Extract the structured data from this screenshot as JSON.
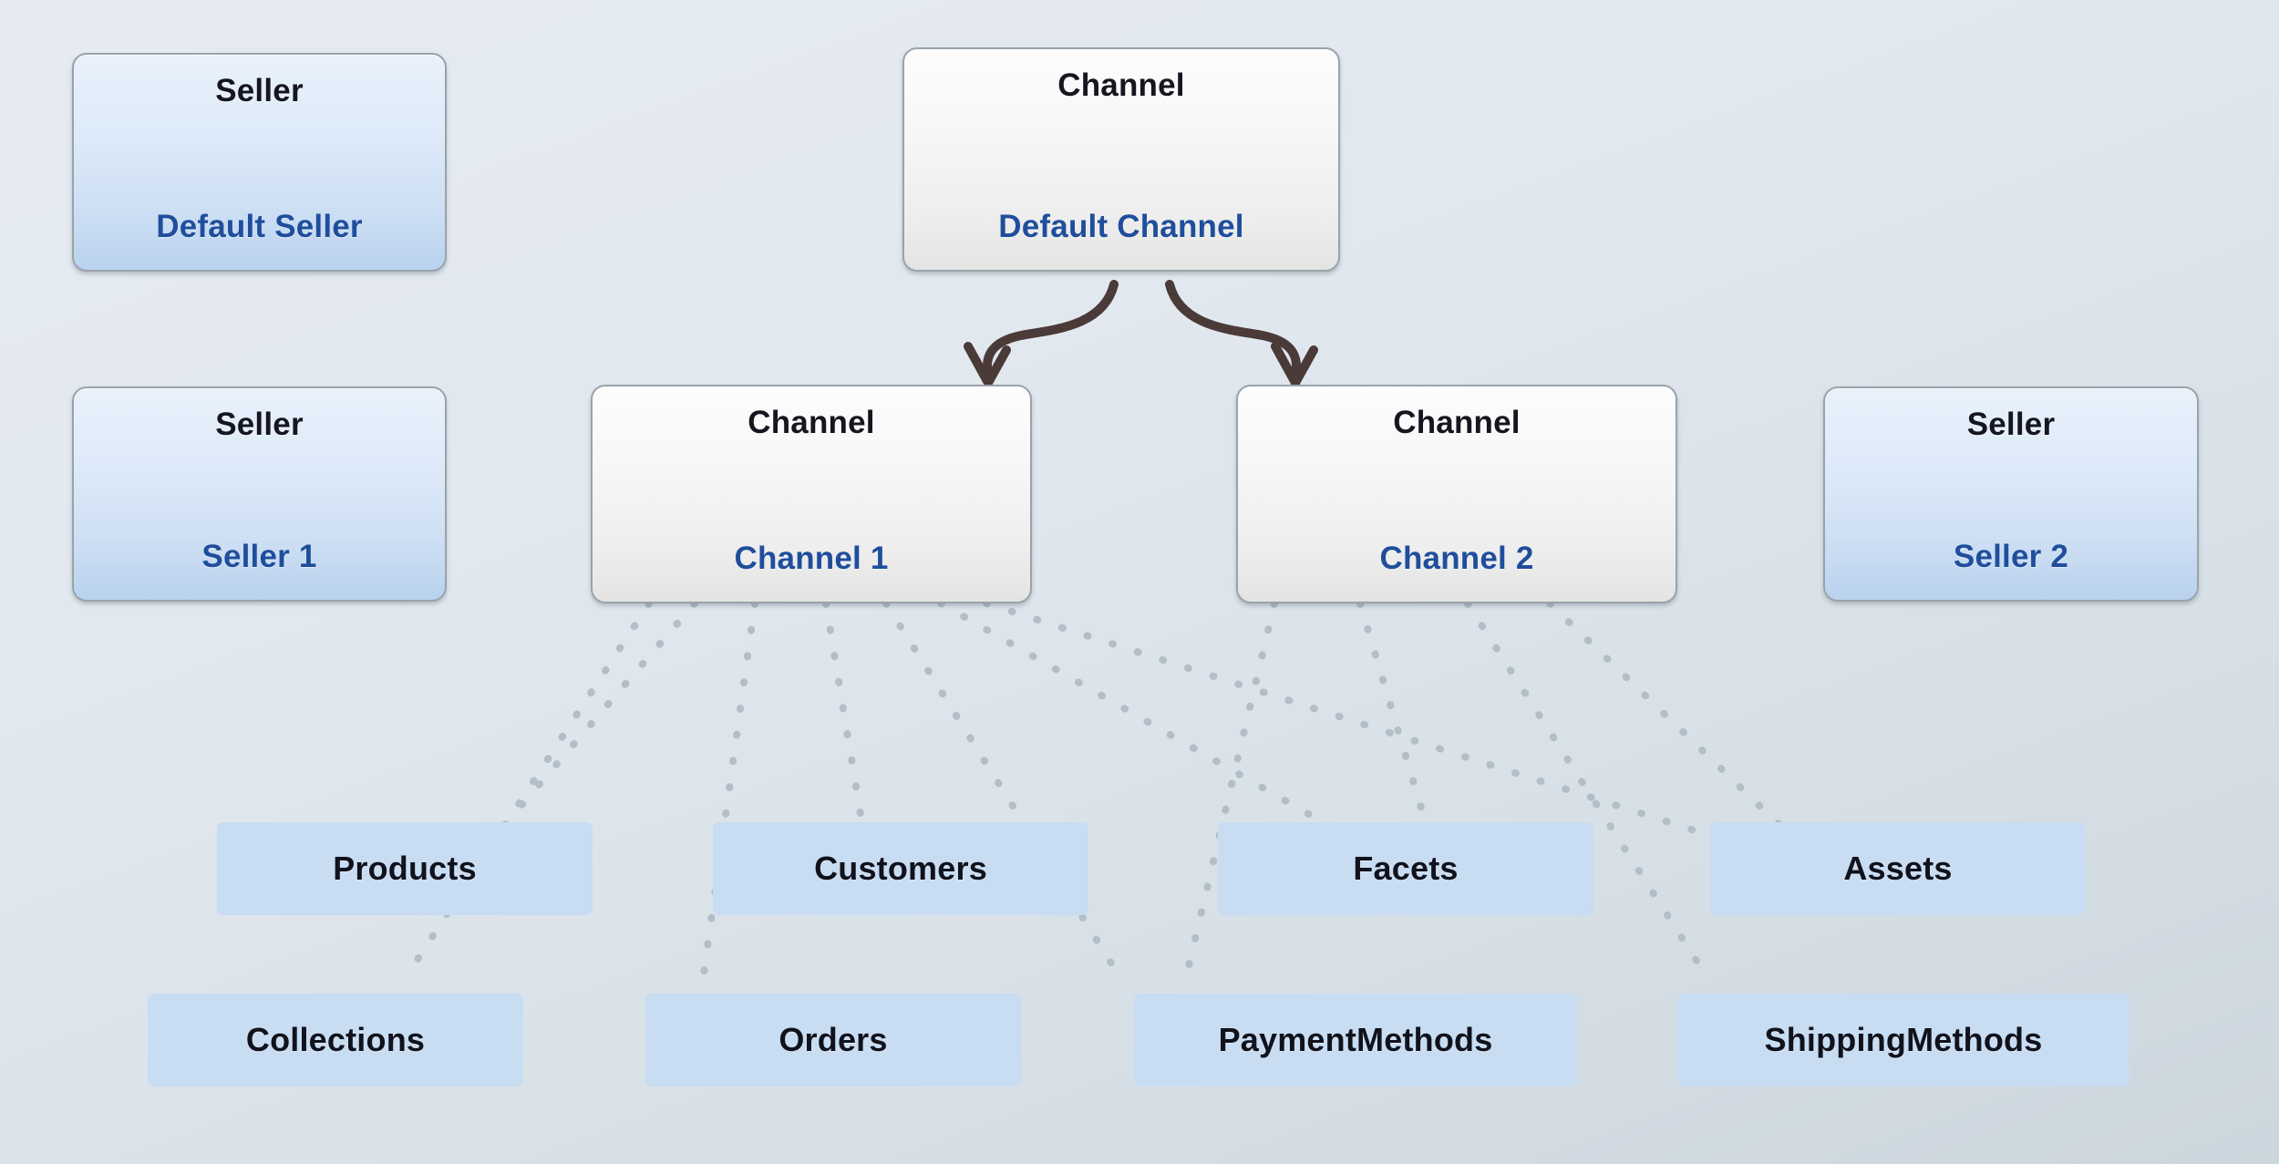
{
  "diagram": {
    "title": "Seller / Channel entity relationship diagram",
    "background_top_color": "#e6ebf2",
    "background_bottom_color": "#ccd6dd",
    "accent_blue": "#1f4e9c",
    "leaf_box_color": "#c8dcf2",
    "connector_color": "#4a3a38",
    "dotted_color": "#b3bfc7"
  },
  "entities": {
    "default_seller": {
      "type": "Seller",
      "name": "Default Seller",
      "style": "seller"
    },
    "default_channel": {
      "type": "Channel",
      "name": "Default Channel",
      "style": "channel"
    },
    "seller_1": {
      "type": "Seller",
      "name": "Seller 1",
      "style": "seller"
    },
    "channel_1": {
      "type": "Channel",
      "name": "Channel 1",
      "style": "channel"
    },
    "channel_2": {
      "type": "Channel",
      "name": "Channel 2",
      "style": "channel"
    },
    "seller_2": {
      "type": "Seller",
      "name": "Seller 2",
      "style": "seller"
    }
  },
  "leaves": {
    "row_upper": [
      {
        "label": "Products"
      },
      {
        "label": "Customers"
      },
      {
        "label": "Facets"
      },
      {
        "label": "Assets"
      }
    ],
    "row_lower": [
      {
        "label": "Collections"
      },
      {
        "label": "Orders"
      },
      {
        "label": "PaymentMethods"
      },
      {
        "label": "ShippingMethods"
      }
    ]
  },
  "connections": {
    "solid": [
      {
        "from": "Default Seller",
        "to": "Default Channel"
      },
      {
        "from": "Seller 1",
        "to": "Channel 1"
      },
      {
        "from": "Channel 2",
        "to": "Seller 2"
      }
    ],
    "arrows": [
      {
        "from": "Default Channel",
        "to": "Channel 1"
      },
      {
        "from": "Default Channel",
        "to": "Channel 2"
      }
    ],
    "dotted_from_channel_1": [
      "Products",
      "Collections",
      "Customers",
      "Orders",
      "PaymentMethods",
      "Facets",
      "Assets"
    ],
    "dotted_from_channel_2": [
      "PaymentMethods",
      "Facets",
      "Assets",
      "ShippingMethods"
    ]
  }
}
